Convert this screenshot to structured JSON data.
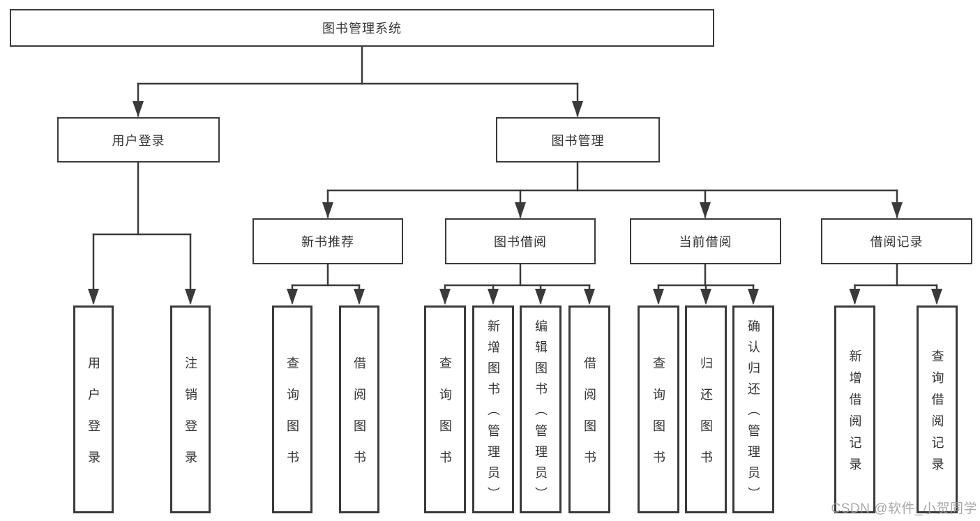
{
  "diagram": {
    "title": "图书管理系统",
    "line_color": "#3a3a3a",
    "box_background": "#ffffff",
    "text_color": "#333333",
    "nodes": [
      {
        "id": "root",
        "label": "图书管理系统",
        "parent": null
      },
      {
        "id": "user-login",
        "label": "用户登录",
        "parent": "root"
      },
      {
        "id": "book-management",
        "label": "图书管理",
        "parent": "root"
      },
      {
        "id": "new-book-recommend",
        "label": "新书推荐",
        "parent": "book-management"
      },
      {
        "id": "book-borrowing",
        "label": "图书借阅",
        "parent": "book-management"
      },
      {
        "id": "current-borrowing",
        "label": "当前借阅",
        "parent": "book-management"
      },
      {
        "id": "borrowing-records",
        "label": "借阅记录",
        "parent": "book-management"
      },
      {
        "id": "user-login-leaf",
        "label": "用户登录",
        "parent": "user-login"
      },
      {
        "id": "logout-leaf",
        "label": "注销登录",
        "parent": "user-login"
      },
      {
        "id": "query-books-recommend",
        "label": "查询图书",
        "parent": "new-book-recommend"
      },
      {
        "id": "borrow-books-recommend",
        "label": "借阅图书",
        "parent": "new-book-recommend"
      },
      {
        "id": "query-books-borrowing",
        "label": "查询图书",
        "parent": "book-borrowing"
      },
      {
        "id": "add-books-admin",
        "label": "新增图书（管理员）",
        "parent": "book-borrowing"
      },
      {
        "id": "edit-books-admin",
        "label": "编辑图书（管理员）",
        "parent": "book-borrowing"
      },
      {
        "id": "borrow-books-borrowing",
        "label": "借阅图书",
        "parent": "book-borrowing"
      },
      {
        "id": "query-books-current",
        "label": "查询图书",
        "parent": "current-borrowing"
      },
      {
        "id": "return-books",
        "label": "归还图书",
        "parent": "current-borrowing"
      },
      {
        "id": "confirm-return-admin",
        "label": "确认归还（管理员）",
        "parent": "current-borrowing"
      },
      {
        "id": "add-borrow-record",
        "label": "新增借阅记录",
        "parent": "borrowing-records"
      },
      {
        "id": "query-borrow-record",
        "label": "查询借阅记录",
        "parent": "borrowing-records"
      }
    ]
  },
  "watermark": {
    "text": "CSDN @软件_小贺同学"
  }
}
